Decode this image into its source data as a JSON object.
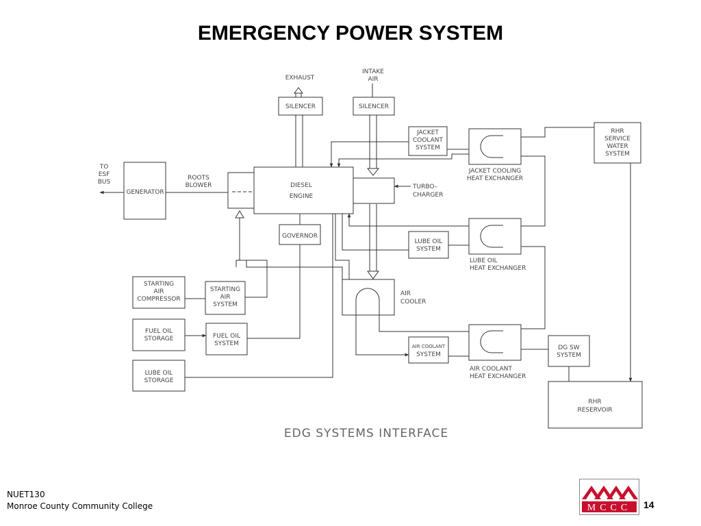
{
  "title": "EMERGENCY POWER SYSTEM",
  "caption": "EDG  SYSTEMS  INTERFACE",
  "labels": {
    "exhaust": "EXHAUST",
    "intake_1": "INTAKE",
    "intake_2": "AIR",
    "silencer_exhaust": "SILENCER",
    "silencer_intake": "SILENCER",
    "jacket_coolant_1": "JACKET",
    "jacket_coolant_2": "COOLANT",
    "jacket_coolant_3": "SYSTEM",
    "jacket_hx_1": "JACKET  COOLING",
    "jacket_hx_2": "HEAT  EXCHANGER",
    "rhr_sw_1": "RHR",
    "rhr_sw_2": "SERVICE",
    "rhr_sw_3": "WATER",
    "rhr_sw_4": "SYSTEM",
    "to_esf_1": "TO",
    "to_esf_2": "ESF",
    "to_esf_3": "BUS",
    "generator": "GENERATOR",
    "roots_1": "ROOTS",
    "roots_2": "BLOWER",
    "diesel_1": "DIESEL",
    "diesel_2": "ENGINE",
    "turbo_1": "TURBO–",
    "turbo_2": "CHARGER",
    "governor": "GOVERNOR",
    "lube_sys_1": "LUBE  OIL",
    "lube_sys_2": "SYSTEM",
    "lube_hx_1": "LUBE  OIL",
    "lube_hx_2": "HEAT  EXCHANGER",
    "air_cooler_1": "AIR",
    "air_cooler_2": "COOLER",
    "start_comp_1": "STARTING",
    "start_comp_2": "AIR",
    "start_comp_3": "COMPRESSOR",
    "start_sys_1": "STARTING",
    "start_sys_2": "AIR",
    "start_sys_3": "SYSTEM",
    "fuel_storage_1": "FUEL  OIL",
    "fuel_storage_2": "STORAGE",
    "fuel_sys_1": "FUEL  OIL",
    "fuel_sys_2": "SYSTEM",
    "lube_storage_1": "LUBE  OIL",
    "lube_storage_2": "STORAGE",
    "air_coolant_1": "AIR  COOLANT",
    "air_coolant_2": "SYSTEM",
    "air_hx_1": "AIR  COOLANT",
    "air_hx_2": "HEAT  EXCHANGER",
    "dg_sw_1": "DG  SW",
    "dg_sw_2": "SYSTEM",
    "rhr_res_1": "RHR",
    "rhr_res_2": "RESERVOIR"
  },
  "footer": {
    "course": "NUET130",
    "college": "Monroe County Community College",
    "page": "14"
  },
  "logo": {
    "text": "MCCC",
    "colors": {
      "brand": "#c8102e",
      "frame": "#888888"
    }
  }
}
